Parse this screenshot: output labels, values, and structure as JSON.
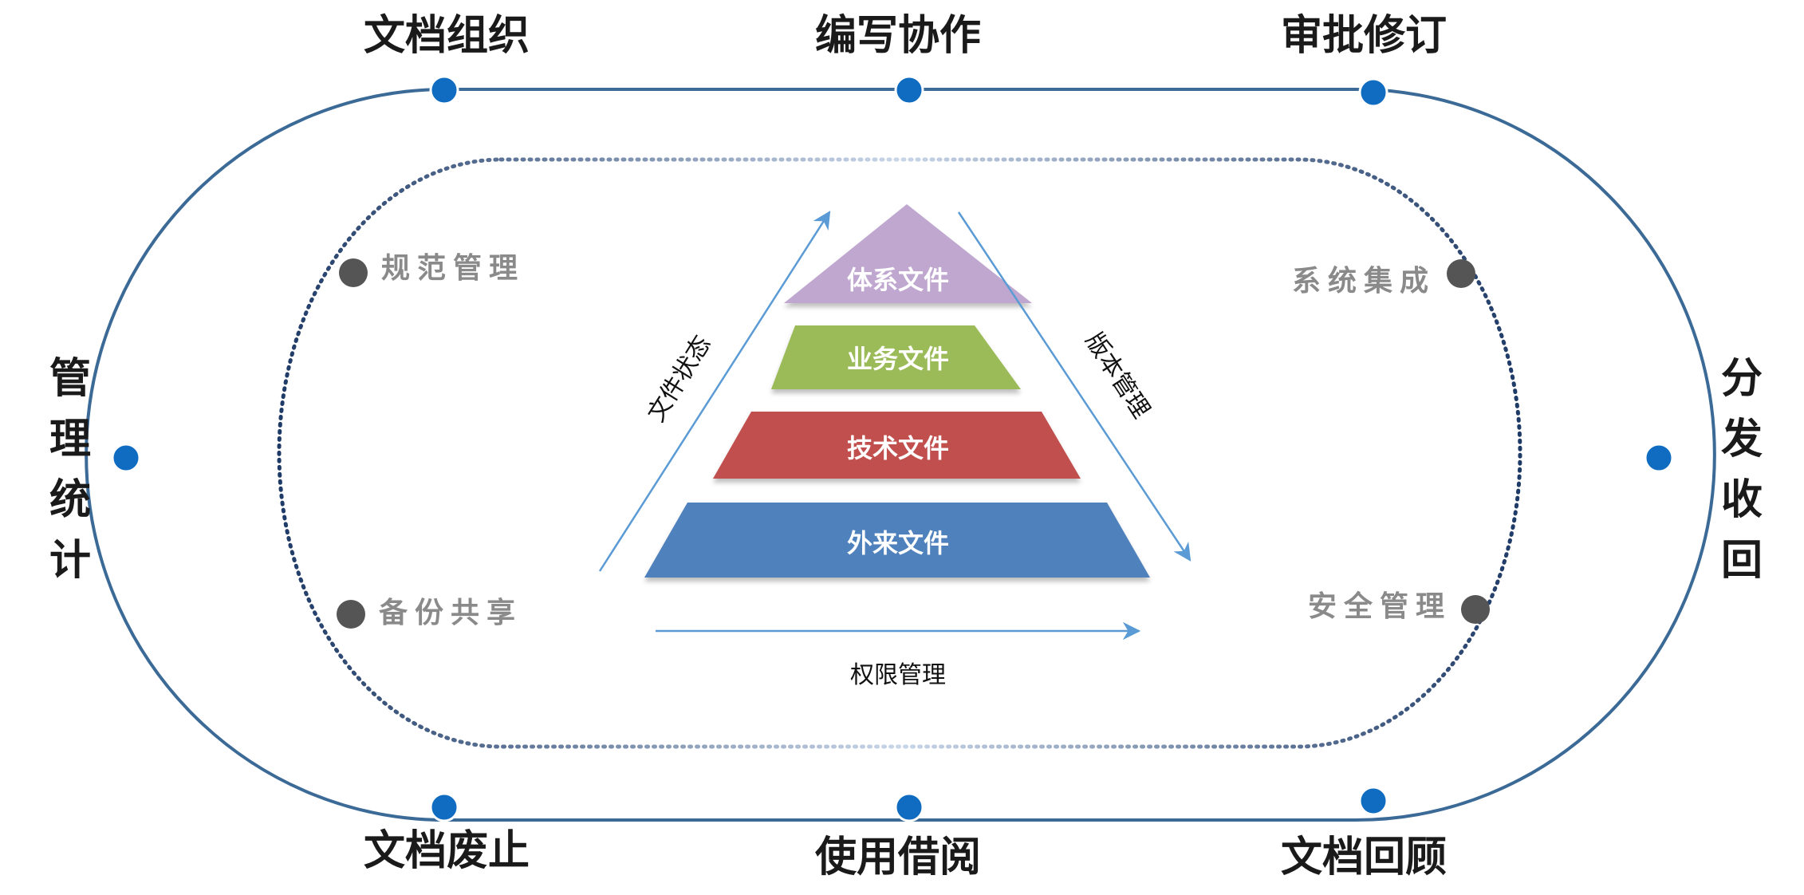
{
  "outer_ring": {
    "top": [
      "文档组织",
      "编写协作",
      "审批修订"
    ],
    "bottom": [
      "文档废止",
      "使用借阅",
      "文档回顾"
    ],
    "left": "管理统计",
    "right": "分发收回"
  },
  "inner_ring": {
    "top_left": "规范管理",
    "bottom_left": "备份共享",
    "top_right": "系统集成",
    "bottom_right": "安全管理"
  },
  "pyramid": {
    "layers": [
      {
        "label": "体系文件",
        "color": "#bfa7cf"
      },
      {
        "label": "业务文件",
        "color": "#9bbb59"
      },
      {
        "label": "技术文件",
        "color": "#c0504d"
      },
      {
        "label": "外来文件",
        "color": "#4f81bd"
      }
    ]
  },
  "axes": {
    "left": "文件状态",
    "right": "版本管理",
    "bottom": "权限管理"
  },
  "colors": {
    "ring": "#3b6a97",
    "node": "#0f6cc0",
    "inner_node": "#555555",
    "arrow": "#5b9bd5"
  }
}
